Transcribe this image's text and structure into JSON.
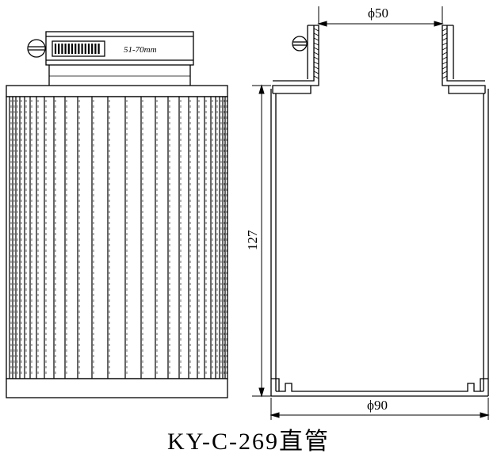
{
  "title": "KY-C-269直管",
  "clamp_label": "51-70mm",
  "dimensions": {
    "top_diameter": "ϕ50",
    "bottom_diameter": "ϕ90",
    "height": "127"
  },
  "colors": {
    "line": "#000000",
    "background": "#ffffff"
  },
  "icons": [
    "screw-icon"
  ]
}
